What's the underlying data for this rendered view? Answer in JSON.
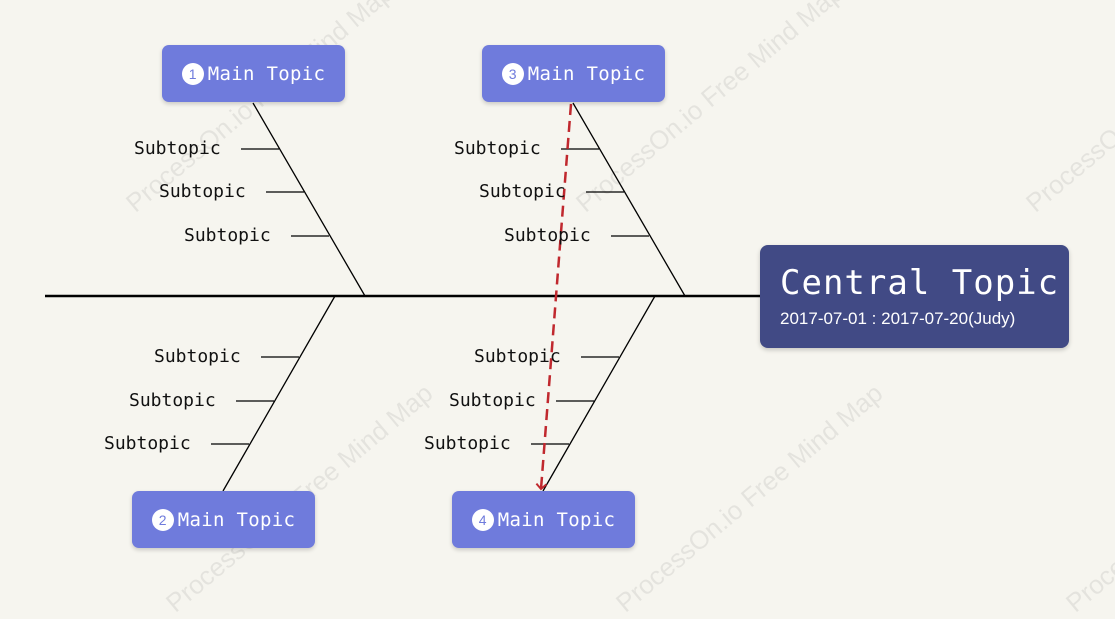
{
  "watermark": {
    "text": "ProcessOn.io Free Mind Map"
  },
  "central": {
    "title": "Central Topic",
    "date": "2017-07-01 : 2017-07-20(Judy)"
  },
  "topics": [
    {
      "number": "1",
      "label": "Main Topic",
      "subtopics": [
        "Subtopic",
        "Subtopic",
        "Subtopic"
      ]
    },
    {
      "number": "2",
      "label": "Main Topic",
      "subtopics": [
        "Subtopic",
        "Subtopic",
        "Subtopic"
      ]
    },
    {
      "number": "3",
      "label": "Main Topic",
      "subtopics": [
        "Subtopic",
        "Subtopic",
        "Subtopic"
      ]
    },
    {
      "number": "4",
      "label": "Main Topic",
      "subtopics": [
        "Subtopic",
        "Subtopic",
        "Subtopic"
      ]
    }
  ],
  "colors": {
    "background": "#f6f5ef",
    "main_topic": "#6f7bdc",
    "central_topic": "#414a85",
    "dependency_arrow": "#c0282e",
    "lines": "#000000"
  }
}
